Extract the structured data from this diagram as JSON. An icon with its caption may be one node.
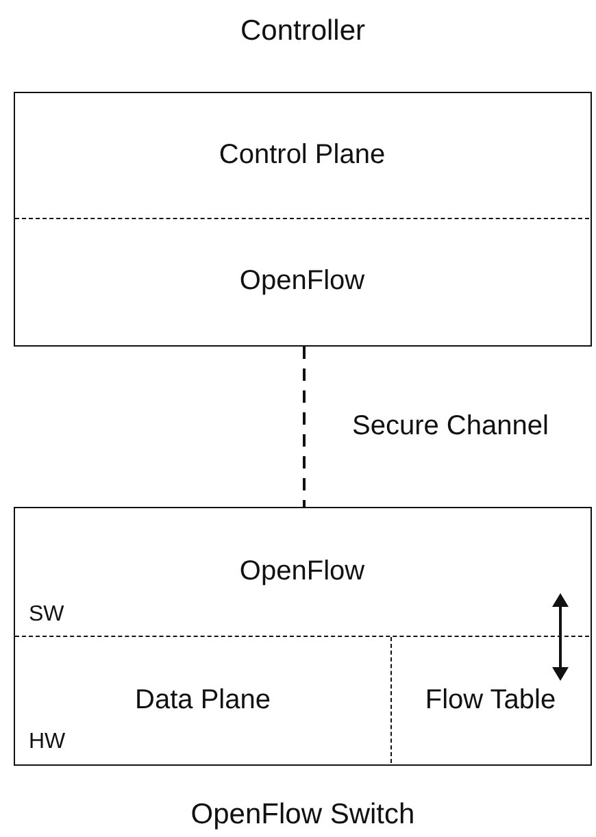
{
  "diagram": {
    "nodes": [
      {
        "text": [
          "Controller"
        ]
      },
      {
        "text": [
          "Control Plane"
        ],
        "in": 0
      },
      {
        "text": [
          "OpenFlow"
        ],
        "in": 0
      },
      {
        "text": [
          "OpenFlow Switch"
        ]
      },
      {
        "text": [
          "OpenFlow",
          "SW"
        ],
        "in": 3
      },
      {
        "text": [
          "Data Plane",
          "HW"
        ],
        "in": 3
      },
      {
        "text": [
          "Flow Table"
        ],
        "in": 3
      }
    ],
    "edges": [
      {
        "from": 0,
        "to": 3,
        "arrow": "none",
        "style": "dashed",
        "label": "Secure Channel"
      },
      {
        "from": 4,
        "to": 6,
        "arrow": "both"
      }
    ]
  }
}
